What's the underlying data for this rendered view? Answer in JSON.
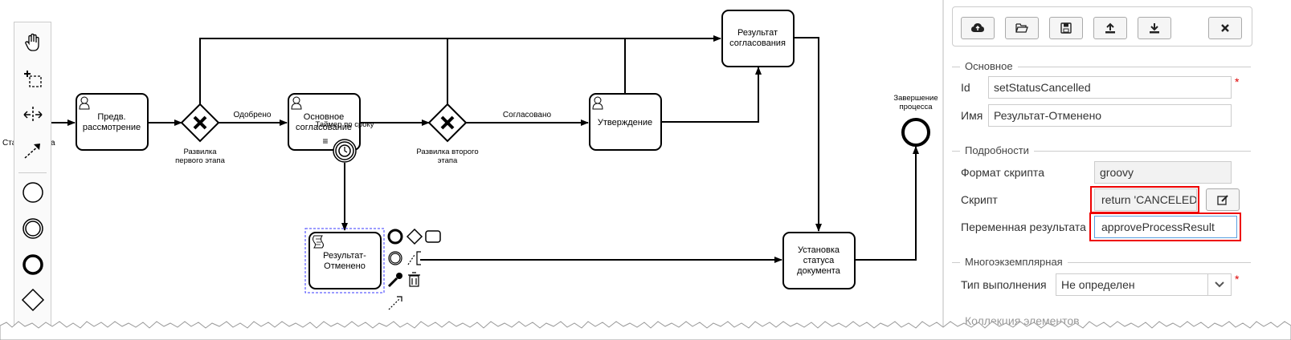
{
  "palette": {
    "tools": [
      "hand-tool",
      "lasso-tool",
      "space-tool",
      "connect-tool"
    ],
    "shapes": [
      "start-event",
      "intermediate-event",
      "end-event",
      "gateway"
    ]
  },
  "diagram": {
    "start_label": "Старт процесса",
    "task_prelim": [
      "Предв.",
      "рассмотрение"
    ],
    "gw1_label": [
      "Развилка",
      "первого этапа"
    ],
    "flow_approved": "Одобрено",
    "task_main": [
      "Основное",
      "согласование"
    ],
    "timer_label": "Таймер по сроку",
    "gw2_label": [
      "Развилка второго",
      "этапа"
    ],
    "flow_agreed": "Согласовано",
    "task_confirm": "Утверждение",
    "task_result": [
      "Результат",
      "согласования"
    ],
    "end_label": [
      "Завершение",
      "процесса"
    ],
    "task_cancelled": [
      "Результат-",
      "Отменено"
    ],
    "task_status": [
      "Установка",
      "статуса",
      "документа"
    ]
  },
  "properties": {
    "toolbar": [
      "upload-cloud",
      "open-folder",
      "save",
      "export",
      "import",
      "close"
    ],
    "section_basic": "Основное",
    "id_label": "Id",
    "id_value": "setStatusCancelled",
    "name_label": "Имя",
    "name_value": "Результат-Отменено",
    "section_details": "Подробности",
    "script_format_label": "Формат скрипта",
    "script_format_value": "groovy",
    "script_label": "Скрипт",
    "script_value": "return 'CANCELED",
    "result_var_label": "Переменная результата",
    "result_var_value": "approveProcessResult",
    "section_multi": "Многоэкземплярная",
    "exec_type_label": "Тип выполнения",
    "exec_type_value": "Не определен",
    "cut_off_label": "Коллекция элементов"
  },
  "colors": {
    "highlight": "#e00000",
    "selection": "#3a3aff",
    "stroke": "#000000"
  }
}
